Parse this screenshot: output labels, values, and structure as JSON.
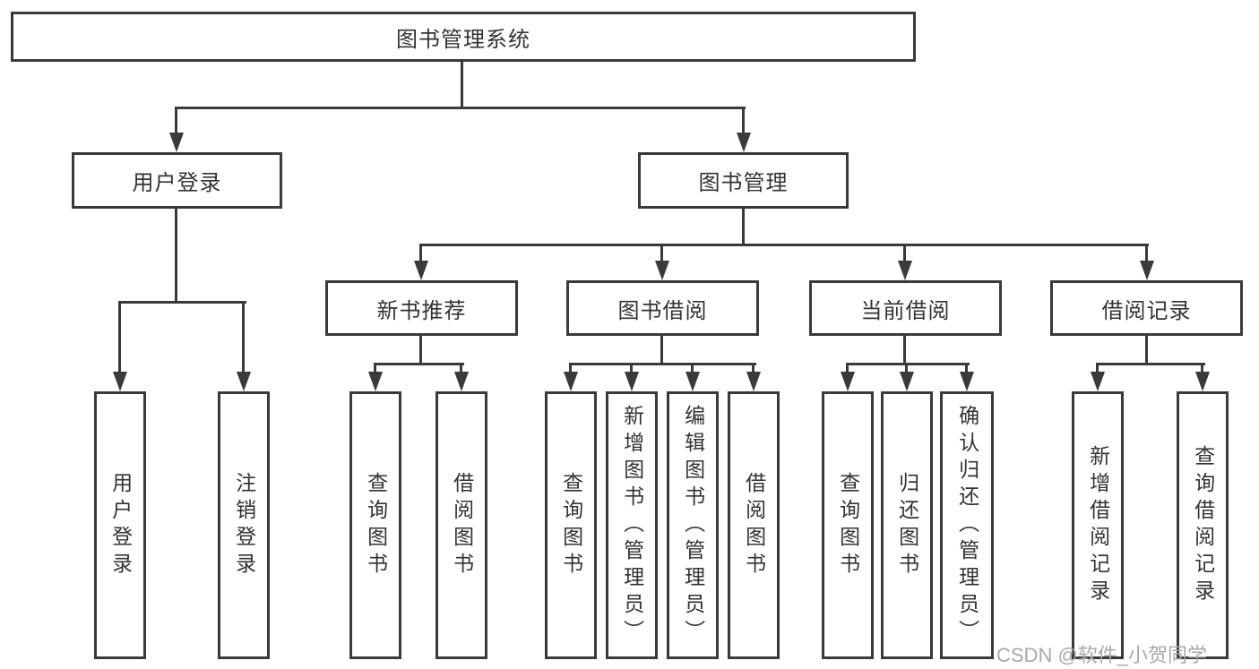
{
  "tree": {
    "label": "图书管理系统",
    "children": [
      {
        "label": "用户登录",
        "children": [
          {
            "label": "用户登录"
          },
          {
            "label": "注销登录"
          }
        ]
      },
      {
        "label": "图书管理",
        "children": [
          {
            "label": "新书推荐",
            "children": [
              {
                "label": "查询图书"
              },
              {
                "label": "借阅图书"
              }
            ]
          },
          {
            "label": "图书借阅",
            "children": [
              {
                "label": "查询图书"
              },
              {
                "label": "新增图书（管理员）"
              },
              {
                "label": "编辑图书（管理员）"
              },
              {
                "label": "借阅图书"
              }
            ]
          },
          {
            "label": "当前借阅",
            "children": [
              {
                "label": "查询图书"
              },
              {
                "label": "归还图书"
              },
              {
                "label": "确认归还（管理员）"
              }
            ]
          },
          {
            "label": "借阅记录",
            "children": [
              {
                "label": "新增借阅记录"
              },
              {
                "label": "查询借阅记录"
              }
            ]
          }
        ]
      }
    ]
  },
  "watermark": "CSDN @软件_小贺同学",
  "colors": {
    "line": "#3a3a3a",
    "text": "#333333",
    "watermark": "#a9a9a9",
    "background": "#ffffff"
  }
}
